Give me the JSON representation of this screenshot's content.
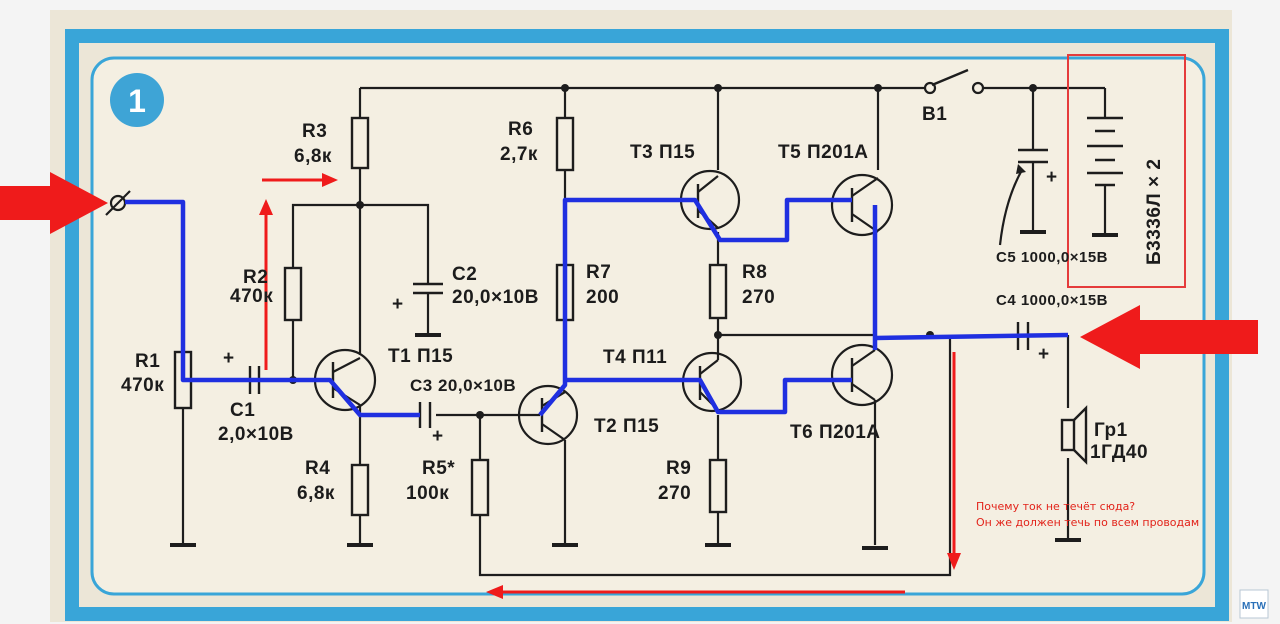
{
  "badge_number": "1",
  "components": {
    "r3": [
      "R3",
      "6,8к"
    ],
    "r6": [
      "R6",
      "2,7к"
    ],
    "t3": "Т3 П15",
    "t5": "Т5 П201А",
    "b1": "В1",
    "battery": "Б3336Л × 2",
    "c5": "С5 1000,0×15В",
    "r2": [
      "R2",
      "470к"
    ],
    "c2": [
      "С2",
      "20,0×10В"
    ],
    "r7": [
      "R7",
      "200"
    ],
    "r8": [
      "R8",
      "270"
    ],
    "c4": "С4 1000,0×15В",
    "r1": [
      "R1",
      "470к"
    ],
    "t1": "Т1 П15",
    "c3": "С3 20,0×10В",
    "t4": "Т4 П11",
    "c1": [
      "С1",
      "2,0×10В"
    ],
    "t2": "Т2 П15",
    "t6": "Т6 П201А",
    "speaker": [
      "Гр1",
      "1ГД40"
    ],
    "r4": [
      "R4",
      "6,8к"
    ],
    "r5": [
      "R5*",
      "100к"
    ],
    "r9": [
      "R9",
      "270"
    ],
    "plus": "+"
  },
  "annotation": {
    "line1": "Почему ток не течёт сюда?",
    "line2": "Он же должен течь по всем проводам"
  },
  "watermark": "MTW",
  "colors": {
    "paper": "#ece6d7",
    "frame": "#39a5d8",
    "current_path": "#1f2fe0",
    "arrows": "#ef1b1b"
  }
}
